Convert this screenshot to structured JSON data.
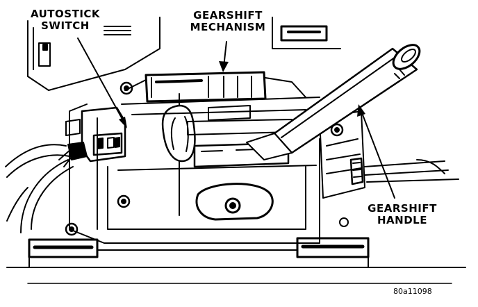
{
  "labels": {
    "autostick_line1": "AUTOSTICK",
    "autostick_line2": "SWITCH",
    "mechanism_line1": "GEARSHIFT",
    "mechanism_line2": "MECHANISM",
    "handle_line1": "GEARSHIFT",
    "handle_line2": "HANDLE"
  },
  "figure_ref": "80a11098"
}
